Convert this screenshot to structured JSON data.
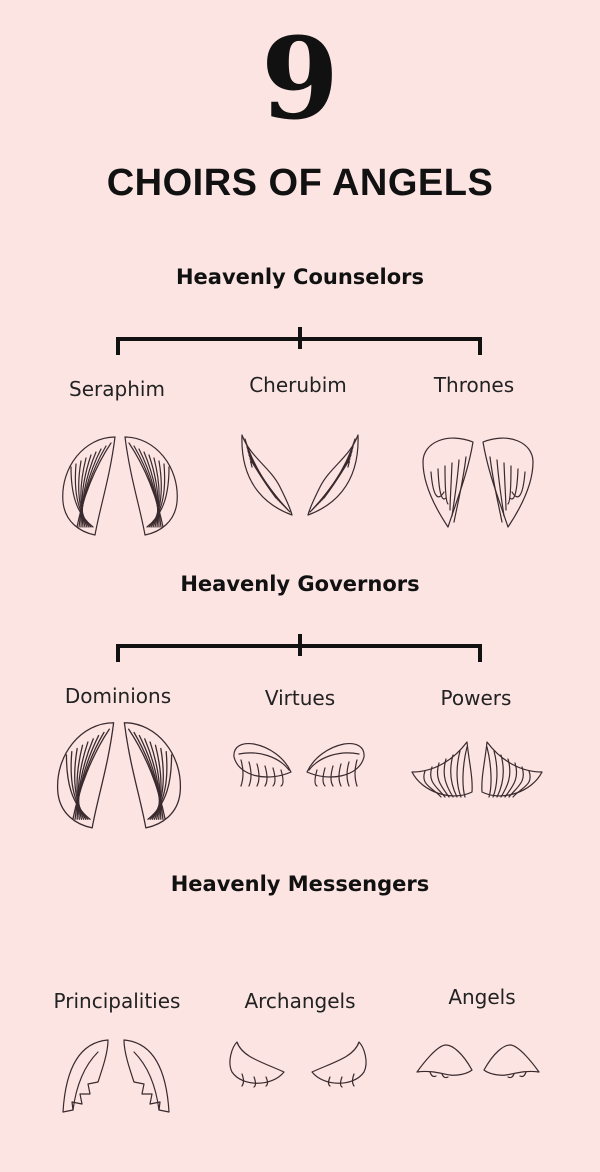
{
  "header": {
    "number": "9",
    "title": "CHOIRS OF ANGELS"
  },
  "groups": [
    {
      "title": "Heavenly Counselors",
      "choirs": [
        {
          "name": "Seraphim",
          "icon": "wings-icon"
        },
        {
          "name": "Cherubim",
          "icon": "wings-icon"
        },
        {
          "name": "Thrones",
          "icon": "wings-icon"
        }
      ]
    },
    {
      "title": "Heavenly Governors",
      "choirs": [
        {
          "name": "Dominions",
          "icon": "wings-icon"
        },
        {
          "name": "Virtues",
          "icon": "wings-icon"
        },
        {
          "name": "Powers",
          "icon": "wings-icon"
        }
      ]
    },
    {
      "title": "Heavenly Messengers",
      "choirs": [
        {
          "name": "Principalities",
          "icon": "wings-icon"
        },
        {
          "name": "Archangels",
          "icon": "wings-icon"
        },
        {
          "name": "Angels",
          "icon": "wings-icon"
        }
      ]
    }
  ],
  "colors": {
    "background": "#fbe4e2",
    "ink": "#111111",
    "wing_line": "#3a2a2e"
  }
}
